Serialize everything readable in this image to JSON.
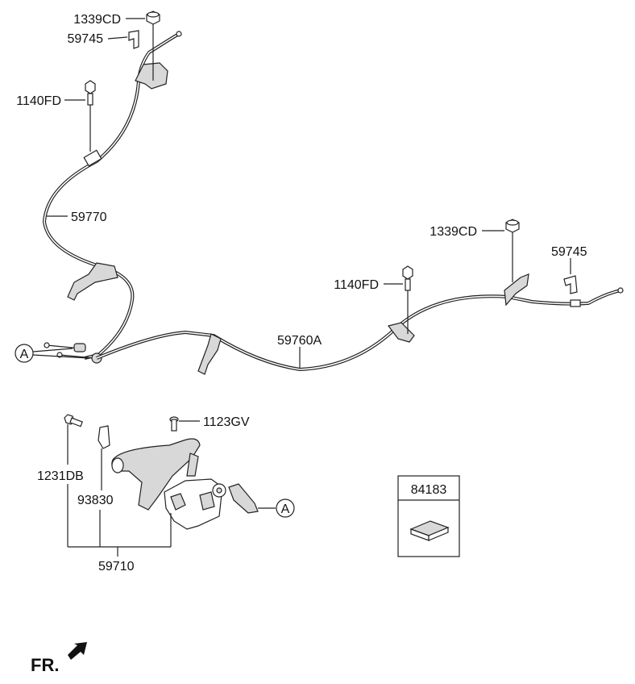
{
  "labels": {
    "nut_top": "1339CD",
    "clip_top": "59745",
    "bolt_top": "1140FD",
    "cable_left": "59770",
    "nut_right": "1339CD",
    "clip_right": "59745",
    "bolt_right": "1140FD",
    "cable_right": "59760A",
    "ref_a1": "A",
    "ref_a2": "A",
    "screw": "1123GV",
    "bolt_lever": "1231DB",
    "bracket": "93830",
    "lever_assy": "59710",
    "box_part": "84183",
    "front": "FR."
  },
  "colors": {
    "line": "#222222",
    "background": "#ffffff",
    "fill_grey": "#d8d8d8"
  },
  "icons": {
    "front_arrow": "arrow-icon"
  }
}
